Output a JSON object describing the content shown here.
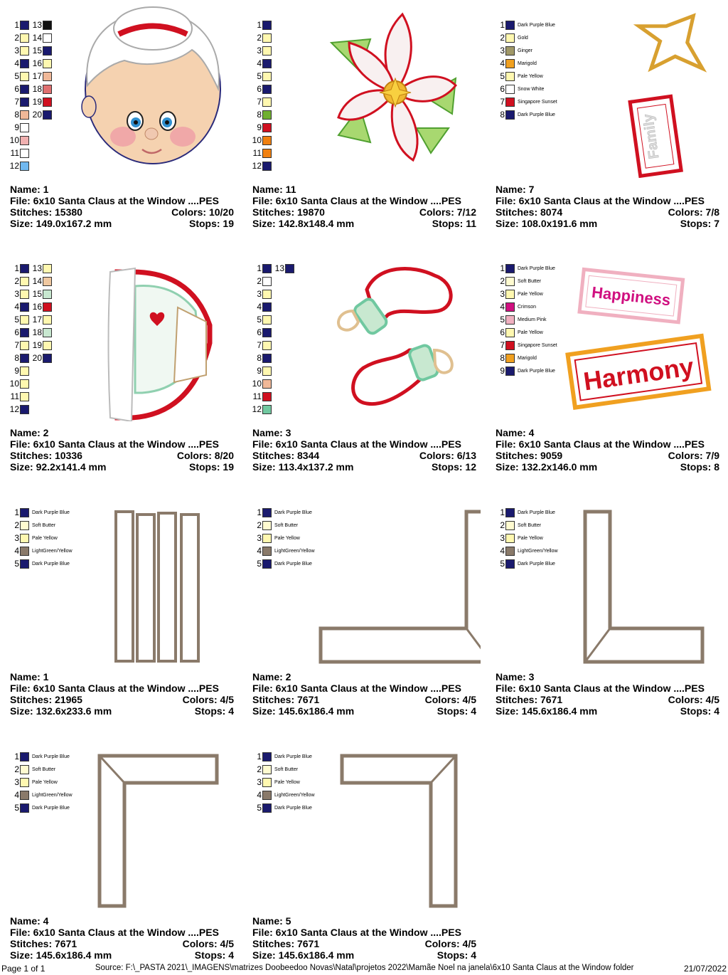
{
  "cells": [
    {
      "name": "Name: 1",
      "file": "File: 6x10   Santa Claus at the Window ....PES",
      "stitches": "Stitches: 15380",
      "colors": "Colors: 10/20",
      "size": "Size: 149.0x167.2 mm",
      "stops": "Stops: 19"
    },
    {
      "name": "Name: 11",
      "file": "File: 6x10   Santa Claus at the Window ....PES",
      "stitches": "Stitches: 19870",
      "colors": "Colors: 7/12",
      "size": "Size: 142.8x148.4 mm",
      "stops": "Stops: 11"
    },
    {
      "name": "Name: 7",
      "file": "File: 6x10   Santa Claus at the Window ....PES",
      "stitches": "Stitches: 8074",
      "colors": "Colors: 7/8",
      "size": "Size: 108.0x191.6 mm",
      "stops": "Stops: 7"
    },
    {
      "name": "Name: 2",
      "file": "File: 6x10   Santa Claus at the Window ....PES",
      "stitches": "Stitches: 10336",
      "colors": "Colors: 8/20",
      "size": "Size: 92.2x141.4 mm",
      "stops": "Stops: 19"
    },
    {
      "name": "Name: 3",
      "file": "File: 6x10   Santa Claus at the Window ....PES",
      "stitches": "Stitches: 8344",
      "colors": "Colors: 6/13",
      "size": "Size: 113.4x137.2 mm",
      "stops": "Stops: 12"
    },
    {
      "name": "Name: 4",
      "file": "File: 6x10   Santa Claus at the Window ....PES",
      "stitches": "Stitches: 9059",
      "colors": "Colors: 7/9",
      "size": "Size: 132.2x146.0 mm",
      "stops": "Stops: 8"
    },
    {
      "name": "Name: 1",
      "file": "File: 6x10   Santa Claus at the Window ....PES",
      "stitches": "Stitches: 21965",
      "colors": "Colors: 4/5",
      "size": "Size: 132.6x233.6 mm",
      "stops": "Stops: 4"
    },
    {
      "name": "Name: 2",
      "file": "File: 6x10   Santa Claus at the Window ....PES",
      "stitches": "Stitches: 7671",
      "colors": "Colors: 4/5",
      "size": "Size: 145.6x186.4 mm",
      "stops": "Stops: 4"
    },
    {
      "name": "Name: 3",
      "file": "File: 6x10   Santa Claus at the Window ....PES",
      "stitches": "Stitches: 7671",
      "colors": "Colors: 4/5",
      "size": "Size: 145.6x186.4 mm",
      "stops": "Stops: 4"
    },
    {
      "name": "Name: 4",
      "file": "File: 6x10   Santa Claus at the Window ....PES",
      "stitches": "Stitches: 7671",
      "colors": "Colors: 4/5",
      "size": "Size: 145.6x186.4 mm",
      "stops": "Stops: 4"
    },
    {
      "name": "Name: 5",
      "file": "File: 6x10   Santa Claus at the Window ....PES",
      "stitches": "Stitches: 7671",
      "colors": "Colors: 4/5",
      "size": "Size: 145.6x186.4 mm",
      "stops": "Stops: 4"
    }
  ],
  "legends": {
    "c1": {
      "col1": [
        "#1a1a6e",
        "#fff8b0",
        "#fff8b0",
        "#1a1a6e",
        "#fff8b0",
        "#1a1a6e",
        "#1a1a6e",
        "#f0b898",
        "#ffffff",
        "#f0b0b0",
        "#ffffff",
        "#70b8f0"
      ],
      "col2": [
        "#111111",
        "#ffffff",
        "#1a1a6e",
        "#fff8b0",
        "#f0b898",
        "#e07070",
        "#d01020",
        "#1a1a6e"
      ]
    },
    "c2": {
      "col1": [
        "#1a1a6e",
        "#fff8b0",
        "#fff8b0",
        "#1a1a6e",
        "#fff8b0",
        "#1a1a6e",
        "#fff8b0",
        "#70b030",
        "#d01020",
        "#f08010",
        "#f08010",
        "#1a1a6e"
      ]
    },
    "c3": {
      "colors": [
        "#1a1a6e",
        "#fff8b0",
        "#a09868",
        "#f0a020",
        "#fff8b0",
        "#ffffff",
        "#d01020",
        "#1a1a6e"
      ],
      "names": [
        "Dark Purple Blue",
        "Gold",
        "Ginger",
        "Marigold",
        "Pale Yellow",
        "Snow White",
        "Singapore Sunset",
        "Dark Purple Blue"
      ]
    },
    "c4": {
      "col1": [
        "#1a1a6e",
        "#fff8b0",
        "#fff8b0",
        "#1a1a6e",
        "#fff8b0",
        "#1a1a6e",
        "#fff8b0",
        "#1a1a6e",
        "#fff8b0",
        "#fff8b0",
        "#fff8b0",
        "#1a1a6e"
      ],
      "col2": [
        "#fff8b0",
        "#f0c8a0",
        "#c8e8d0",
        "#d01020",
        "#fff8b0",
        "#c8e8d0",
        "#fff8b0",
        "#1a1a6e"
      ]
    },
    "c5": {
      "col1": [
        "#1a1a6e",
        "#ffffff",
        "#fff8b0",
        "#1a1a6e",
        "#fff8b0",
        "#1a1a6e",
        "#fff8b0",
        "#1a1a6e",
        "#fff8b0",
        "#f0b898",
        "#d01020",
        "#70c8a0"
      ],
      "col2": [
        "#1a1a6e"
      ]
    },
    "c6": {
      "colors": [
        "#1a1a6e",
        "#fffbd0",
        "#fff8b0",
        "#d01080",
        "#f0b0c0",
        "#fff8b0",
        "#d01020",
        "#f0a020",
        "#1a1a6e"
      ],
      "names": [
        "Dark Purple Blue",
        "Soft Butter",
        "Pale Yellow",
        "Crimson",
        "Medium Pink",
        "Pale Yellow",
        "Singapore Sunset",
        "Marigold",
        "Dark Purple Blue"
      ]
    },
    "frame": {
      "colors": [
        "#1a1a6e",
        "#fffbd0",
        "#fff8b0",
        "#8a7a6a",
        "#1a1a6e"
      ],
      "names": [
        "Dark Purple Blue",
        "Soft Butter",
        "Pale Yellow",
        "LightGreen/Yellow",
        "Dark Purple Blue"
      ]
    }
  },
  "artwork": {
    "family_text": "Family",
    "happiness_text": "Happiness",
    "harmony_text": "Harmony"
  },
  "footer": {
    "page": "Page 1 of 1",
    "source": "Source: F:\\_PASTA 2021\\_IMAGENS\\matrizes Doobeedoo Novas\\Natal\\projetos 2022\\Mamãe Noel na janela\\6x10 Santa Claus at the Window folder",
    "date": "21/07/2022"
  }
}
